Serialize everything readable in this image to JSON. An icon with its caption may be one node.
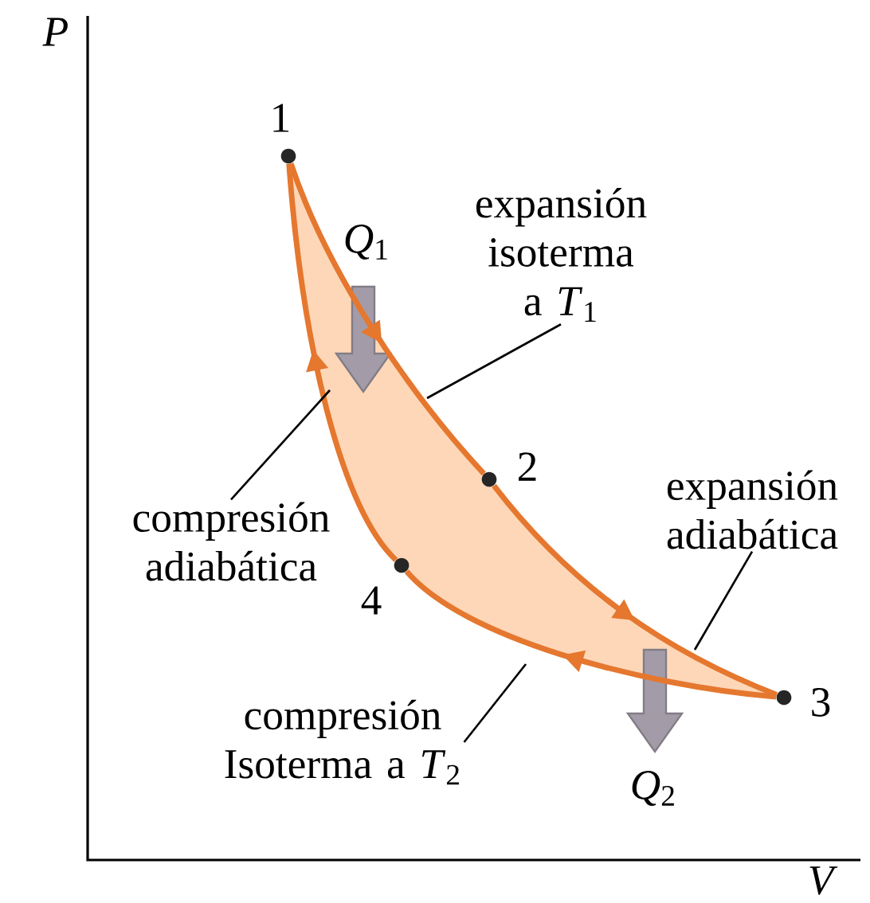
{
  "diagram": {
    "nodes": [
      {
        "text": [],
        "shape": "circle",
        "beside": [
          "1"
        ]
      },
      {
        "text": [],
        "shape": "circle",
        "beside": [
          "2"
        ]
      },
      {
        "text": [],
        "shape": "circle",
        "beside": [
          "3"
        ]
      },
      {
        "text": [],
        "shape": "circle",
        "beside": [
          "4"
        ]
      },
      {
        "text": [
          "expansión isoterma a *T*$_{1}$"
        ]
      },
      {
        "text": [
          "expansión adiabática"
        ]
      },
      {
        "text": [
          "compresión adiabática"
        ]
      },
      {
        "text": [
          "compresión Isoterma a *T*$_{2}$"
        ]
      }
    ],
    "edges": [
      {
        "from": 0,
        "to": 1,
        "arrow": "to",
        "style": "thick"
      },
      {
        "from": 1,
        "to": 2,
        "arrow": "to",
        "style": "thick"
      },
      {
        "from": 2,
        "to": 3,
        "arrow": "to",
        "style": "thick"
      },
      {
        "from": 3,
        "to": 0,
        "arrow": "to",
        "style": "thick"
      },
      {
        "from": 4,
        "to": null,
        "arrow": "none",
        "color": "#000000"
      },
      {
        "from": 5,
        "to": null,
        "arrow": "none",
        "color": "#000000"
      },
      {
        "from": 6,
        "to": null,
        "arrow": "none",
        "color": "#000000"
      },
      {
        "from": 7,
        "to": null,
        "arrow": "none",
        "color": "#000000"
      }
    ],
    "labels": [
      "P",
      "*Q*$_{1}$",
      "*Q*$_{2}$",
      "V"
    ]
  }
}
